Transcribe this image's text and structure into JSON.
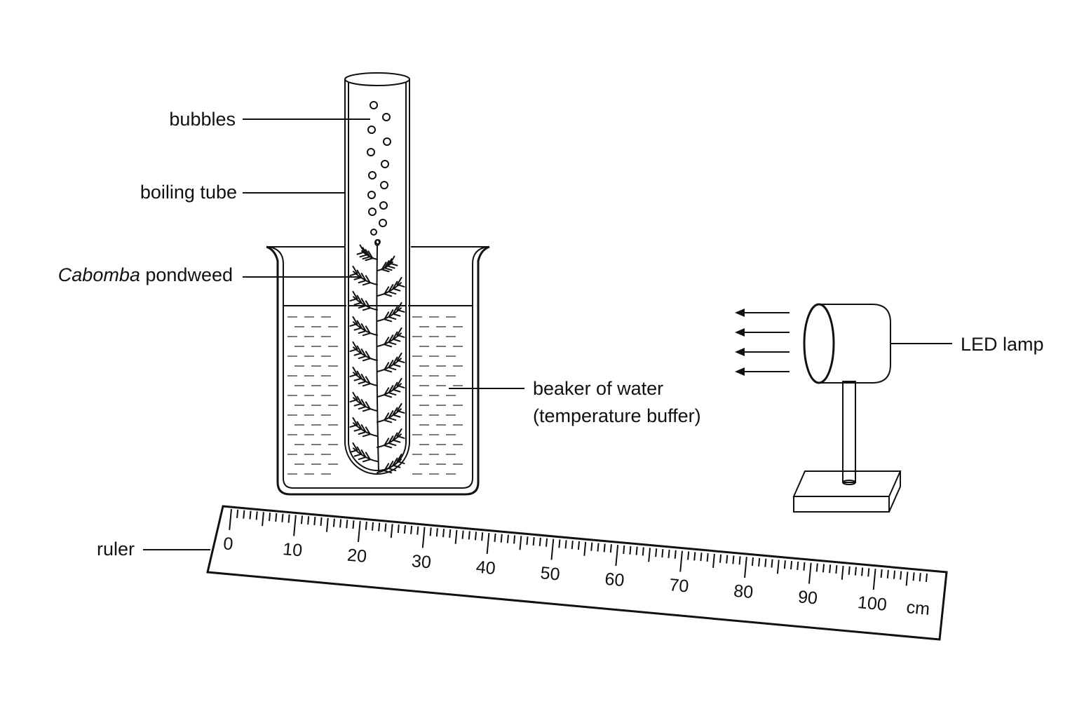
{
  "labels": {
    "bubbles": "bubbles",
    "boiling_tube": "boiling tube",
    "pondweed_italic": "Cabomba",
    "pondweed_rest": " pondweed",
    "beaker_line1": "beaker of water",
    "beaker_line2": "(temperature buffer)",
    "led_lamp": "LED lamp",
    "ruler": "ruler"
  },
  "ruler": {
    "major_labels": [
      "0",
      "10",
      "20",
      "30",
      "40",
      "50",
      "60",
      "70",
      "80",
      "90",
      "100"
    ],
    "unit": "cm"
  }
}
